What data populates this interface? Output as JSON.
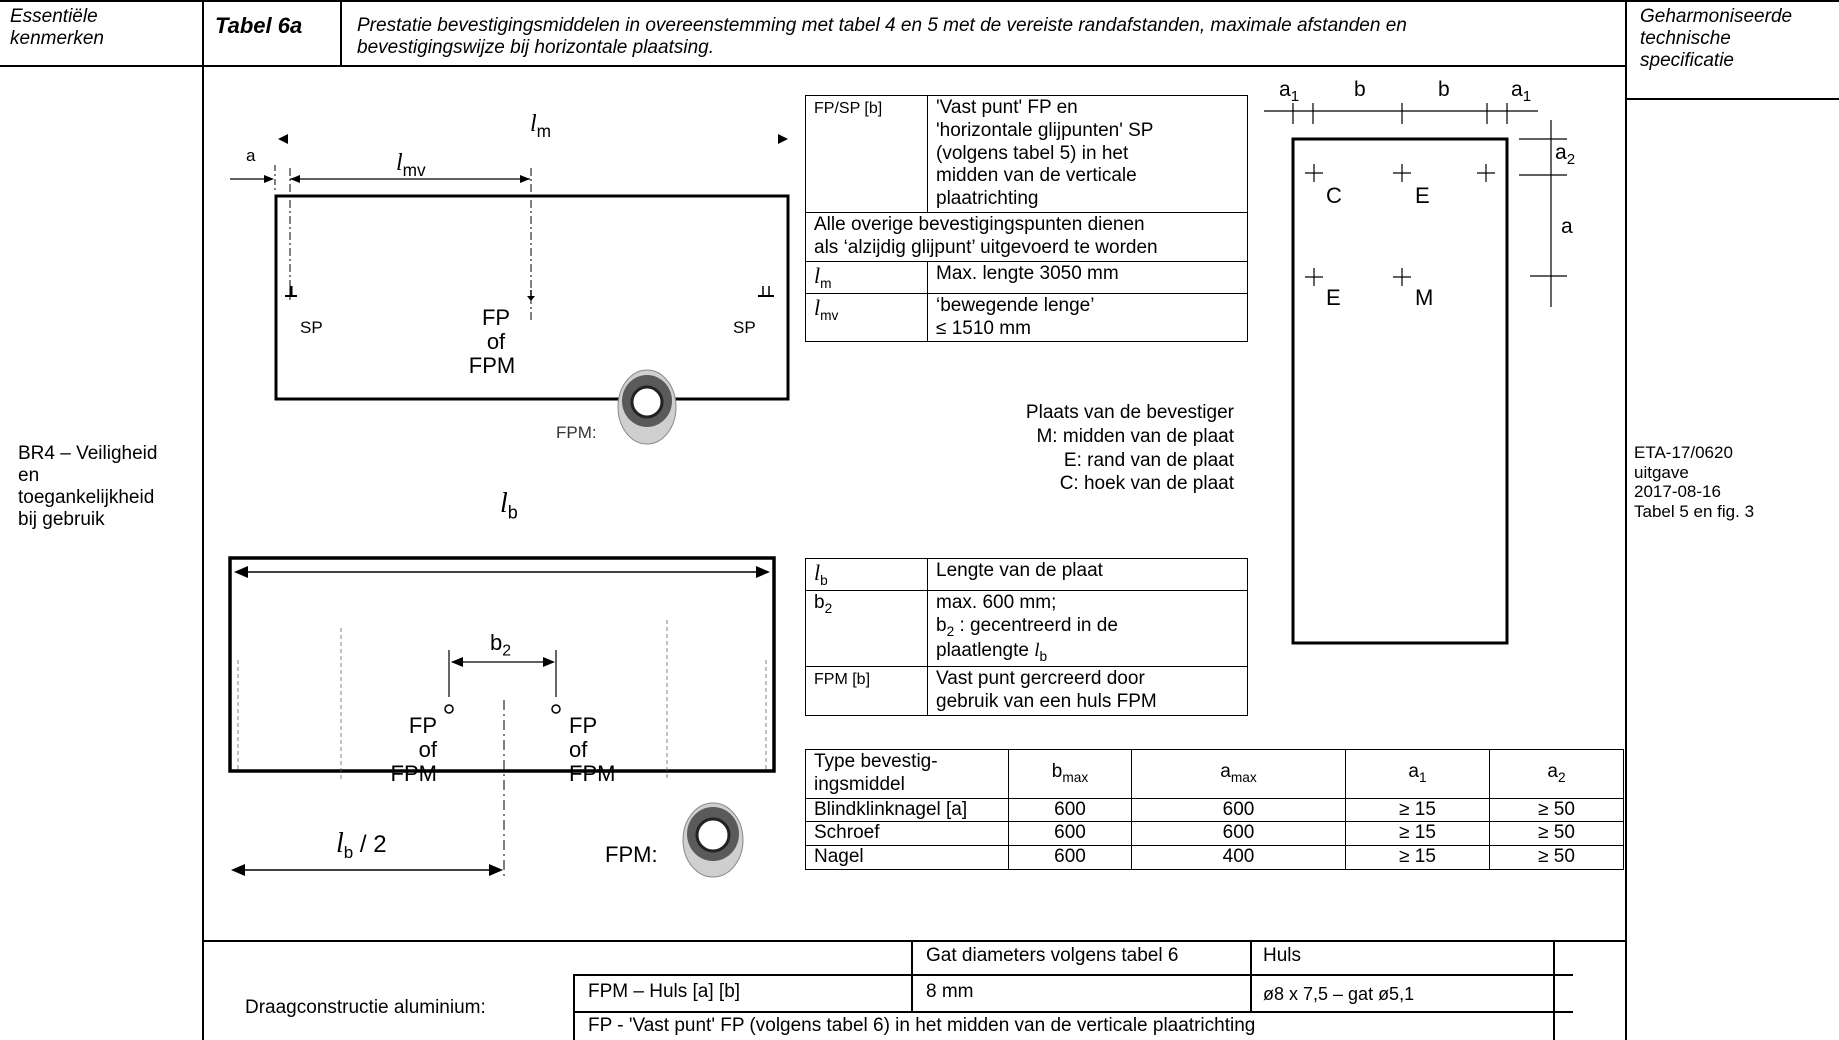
{
  "header": {
    "col1": "Essentiële kenmerken",
    "col1_line1": "Essentiële",
    "col1_line2": "kenmerken",
    "table_id": "Tabel 6a",
    "title_line1": "Prestatie bevestigingsmiddelen in overeenstemming met tabel 4 en 5 met de vereiste randafstanden, maximale afstanden en",
    "title_line2": "bevestigingswijze bij horizontale plaatsing.",
    "col4_line1": "Geharmoniseerde",
    "col4_line2": "technische",
    "col4_line3": "specificatie"
  },
  "left_col": {
    "line1": "BR4 – Veiligheid",
    "line2": "en",
    "line3": "toegankelijkheid",
    "line4": "bij gebruik"
  },
  "right_col": {
    "line1": "ETA-17/0620",
    "line2": "uitgave",
    "line3": "2017-08-16",
    "line4": "Tabel 5 en fig. 3"
  },
  "fig1": {
    "lm": "l",
    "lm_sub": "m",
    "lmv": "l",
    "lmv_sub": "mv",
    "a": "a",
    "sp_left": "SP",
    "sp_right": "SP",
    "fp": "FP",
    "of": "of",
    "fpm": "FPM",
    "fpm_label": "FPM:"
  },
  "fig2": {
    "lb": "l",
    "lb_sub": "b",
    "b2": "b",
    "b2_sub": "2",
    "fp": "FP",
    "of": "of",
    "fpm": "FPM",
    "half": "/ 2",
    "fpm_label": "FPM:"
  },
  "fig3": {
    "a1": "a",
    "a1_sub": "1",
    "b": "b",
    "a2": "a",
    "a2_sub": "2",
    "a": "a",
    "C": "C",
    "E": "E",
    "M": "M"
  },
  "legend1": {
    "fpsp_key": "FP/SP [b]",
    "fpsp_l1": "'Vast punt' FP en",
    "fpsp_l2": "'horizontale glijpunten' SP",
    "fpsp_l3": "(volgens tabel 5) in het",
    "fpsp_l4": "midden van de verticale",
    "fpsp_l5": "plaatrichting",
    "alle_l1": "Alle overige bevestigingspunten dienen",
    "alle_l2": "als ‘alzijdig glijpunt’ uitgevoerd te worden",
    "lm_key": "l",
    "lm_sub": "m",
    "lm_val": "Max. lengte 3050 mm",
    "lmv_key": "l",
    "lmv_sub": "mv",
    "lmv_l1": "‘bewegende lenge’",
    "lmv_l2": "≤ 1510 mm"
  },
  "plaats": {
    "title": "Plaats van de bevestiger",
    "m": "M: midden van de plaat",
    "e": "E: rand van de plaat",
    "c": "C: hoek van de plaat"
  },
  "legend2": {
    "lb_key": "l",
    "lb_sub": "b",
    "lb_val": "Lengte van de plaat",
    "b2_key": "b",
    "b2_sub": "2",
    "b2_l1": "max. 600 mm;",
    "b2_l2a": "b",
    "b2_l2sub": "2",
    "b2_l2b": " : gecentreerd in de",
    "b2_l3a": "plaatlengte ",
    "b2_l3l": "l",
    "b2_l3sub": "b",
    "fpm_key": "FPM [b]",
    "fpm_l1": "Vast punt gercreerd door",
    "fpm_l2": "gebruik van een huls  FPM"
  },
  "fastener_table": {
    "headers": [
      "Type bevestig-ingsmiddel",
      "bmax",
      "amax",
      "a1",
      "a2"
    ],
    "h_type_l1": "Type bevestig-",
    "h_type_l2": "ingsmiddel",
    "h_b": "b",
    "h_b_sub": "max",
    "h_a": "a",
    "h_a_sub": "max",
    "h_a1": "a",
    "h_a1_sub": "1",
    "h_a2": "a",
    "h_a2_sub": "2",
    "rows": [
      {
        "type": "Blindklinknagel [a]",
        "b": "600",
        "a": "600",
        "a1": "≥ 15",
        "a2": "≥ 50"
      },
      {
        "type": "Schroef",
        "b": "600",
        "a": "600",
        "a1": "≥ 15",
        "a2": "≥ 50"
      },
      {
        "type": "Nagel",
        "b": "600",
        "a": "400",
        "a1": "≥ 15",
        "a2": "≥ 50"
      }
    ]
  },
  "bottom_table": {
    "h_gat": "Gat diameters volgens tabel 6",
    "h_huls": "Huls",
    "label": "Draagconstructie aluminium:",
    "r1_key": "FPM – Huls [a] [b]",
    "r1_gat": "8 mm",
    "r1_huls": "ø8 x 7,5 – gat ø5,1",
    "r2": "FP - 'Vast punt' FP (volgens tabel 6) in het  midden van de verticale plaatrichting"
  }
}
